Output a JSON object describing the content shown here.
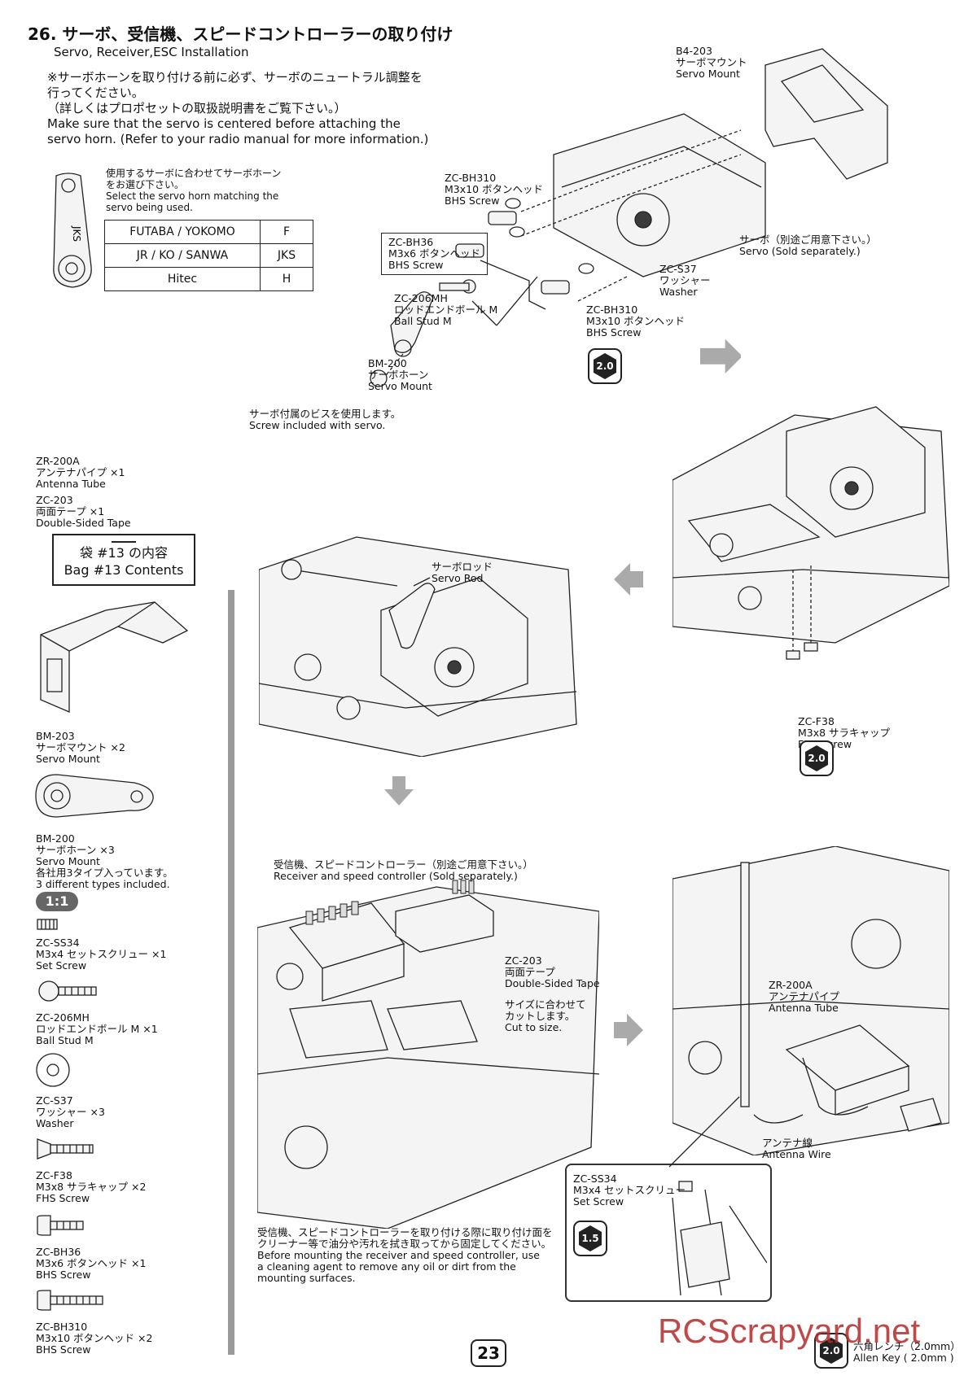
{
  "title": "26. サーボ、受信機、スピードコントローラーの取り付け",
  "subtitle": "Servo, Receiver,ESC Installation",
  "note_lines": [
    "※サーボホーンを取り付ける前に必ず、サーボのニュートラル調整を",
    "行ってください。",
    "（詳しくはプロポセットの取扱説明書をご覧下さい。）",
    "Make sure that the servo is centered before attaching the",
    "servo horn. (Refer to your radio manual for more information.)"
  ],
  "horn_select": {
    "jp_1": "使用するサーボに合わせてサーボホーン",
    "jp_2": "をお選び下さい。",
    "en_1": "Select the servo horn matching the",
    "en_2": "servo being used.",
    "horn_mark": "JKS",
    "rows": [
      {
        "brand": "FUTABA / YOKOMO",
        "code": "F"
      },
      {
        "brand": "JR / KO / SANWA",
        "code": "JKS"
      },
      {
        "brand": "Hitec",
        "code": "H"
      }
    ]
  },
  "bag_items": {
    "antenna_tube": [
      "ZR-200A",
      "アンテナパイプ ×1",
      "Antenna Tube"
    ],
    "tape": [
      "ZC-203",
      "両面テープ ×1",
      "Double-Sided Tape"
    ]
  },
  "bag_box": {
    "jp": "袋 #13 の内容",
    "en": "Bag #13 Contents"
  },
  "sidebar_parts": [
    {
      "lines": [
        "BM-203",
        "サーボマウント ×2",
        "Servo Mount"
      ]
    },
    {
      "lines": [
        "BM-200",
        "サーボホーン ×3",
        "Servo Mount",
        "各社用3タイプ入っています。",
        "3 different types included."
      ]
    },
    {
      "lines": [
        "ZC-SS34",
        "M3x4 セットスクリュー ×1",
        "Set Screw"
      ]
    },
    {
      "lines": [
        "ZC-206MH",
        "ロッドエンドボール M ×1",
        "Ball Stud M"
      ]
    },
    {
      "lines": [
        "ZC-S37",
        "ワッシャー ×3",
        "Washer"
      ]
    },
    {
      "lines": [
        "ZC-F38",
        "M3x8 サラキャップ ×2",
        "FHS Screw"
      ]
    },
    {
      "lines": [
        "ZC-BH36",
        "M3x6 ボタンヘッド ×1",
        "BHS Screw"
      ]
    },
    {
      "lines": [
        "ZC-BH310",
        "M3x10 ボタンヘッド ×2",
        "BHS Screw"
      ]
    }
  ],
  "scale_badge": "1:1",
  "step1_labels": {
    "servo_mount": [
      "B4-203",
      "サーボマウント",
      "Servo Mount"
    ],
    "bh310_a": [
      "ZC-BH310",
      "M3x10 ボタンヘッド",
      "BHS Screw"
    ],
    "bh36": [
      "ZC-BH36",
      "M3x6 ボタンヘッド",
      "BHS Screw"
    ],
    "servo": [
      "サーボ（別途ご用意下さい。）",
      "Servo (Sold separately.)"
    ],
    "washer": [
      "ZC-S37",
      "ワッシャー",
      "Washer"
    ],
    "ball_stud": [
      "ZC-206MH",
      "ロッドエンドボール M",
      "Ball Stud M"
    ],
    "bh310_b": [
      "ZC-BH310",
      "M3x10 ボタンヘッド",
      "BHS Screw"
    ],
    "horn": [
      "BM-200",
      "サーボホーン",
      "Servo Mount"
    ],
    "included_screw": [
      "サーボ付属のビスを使用します。",
      "Screw included with servo."
    ]
  },
  "tool_sizes": {
    "hex_20": "2.0",
    "hex_15": "1.5"
  },
  "step2_labels": {
    "f38": [
      "ZC-F38",
      "M3x8 サラキャップ",
      "FHS Screw"
    ]
  },
  "step3_labels": {
    "servo_rod": [
      "サーボロッド",
      "Servo Rod"
    ]
  },
  "step4_labels": {
    "receiver_esc": [
      "受信機、スピードコントローラー（別途ご用意下さい。）",
      "Receiver and speed controller (Sold separately.)"
    ],
    "tape": [
      "ZC-203",
      "両面テープ",
      "Double-Sided Tape"
    ],
    "cut": [
      "サイズに合わせて",
      "カットします。",
      "Cut to size."
    ],
    "cleaning": [
      "受信機、スピードコントローラーを取り付ける際に取り付け面を",
      "クリーナー等で油分や汚れを拭き取ってから固定してください。",
      "Before mounting the receiver and speed controller, use",
      "a cleaning agent to remove any oil or dirt from the",
      "mounting surfaces."
    ]
  },
  "step5_labels": {
    "antenna_tube": [
      "ZR-200A",
      "アンテナパイプ",
      "Antenna Tube"
    ],
    "antenna_wire": [
      "アンテナ線",
      "Antenna Wire"
    ],
    "ss34": [
      "ZC-SS34",
      "M3x4 セットスクリュー",
      "Set Screw"
    ]
  },
  "allen_key": [
    "六角レンチ（2.0mm）",
    "Allen Key ( 2.0mm )"
  ],
  "page_number": "23",
  "watermark": "RCScrapyard.net"
}
